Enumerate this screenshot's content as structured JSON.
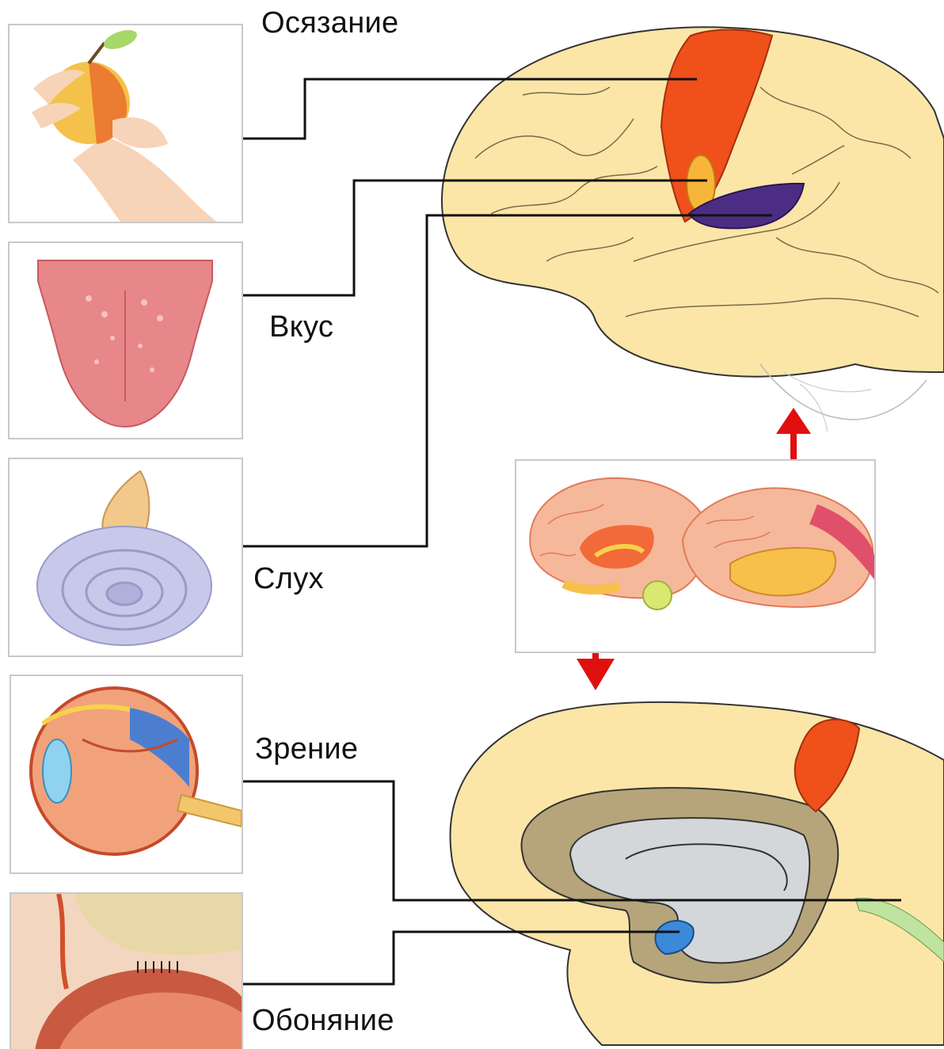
{
  "senses": {
    "touch": {
      "label": "Осязание",
      "icon": "hand-holding-apple-icon"
    },
    "taste": {
      "label": "Вкус",
      "icon": "tongue-icon"
    },
    "hearing": {
      "label": "Слух",
      "icon": "cochlea-icon"
    },
    "vision": {
      "label": "Зрение",
      "icon": "eye-cross-section-icon"
    },
    "smell": {
      "label": "Обоняние",
      "icon": "nasal-cavity-icon"
    }
  },
  "colors": {
    "brain_fill": "#fbe6a8",
    "somatosensory": "#f0501a",
    "gustatory": "#f7b53a",
    "auditory": "#4b2e83",
    "olfactory": "#3b8ad8",
    "arrow": "#e01010",
    "connector": "#111111"
  }
}
